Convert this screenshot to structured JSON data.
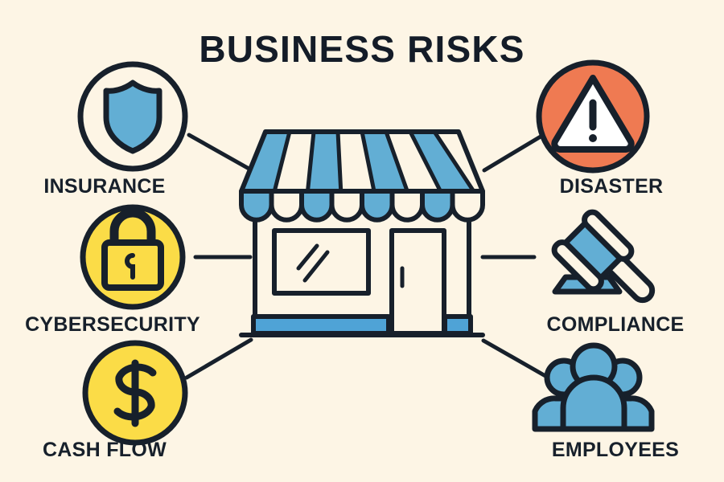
{
  "title": "BUSINESS RISKS",
  "background_color": "#FDF5E5",
  "colors": {
    "background": "#FDF5E5",
    "outline": "#17202B",
    "blue": "#62AED4",
    "yellow": "#FBDC47",
    "orange": "#EF7A52",
    "cream": "#FDF5E5",
    "white": "#FFFFFF",
    "text": "#17202B"
  },
  "center": {
    "name": "storefront",
    "icon": "storefront-icon",
    "awning_stripe_count": 8,
    "awning_colors": [
      "#62AED4",
      "#FDF5E5"
    ]
  },
  "risks": [
    {
      "id": "insurance",
      "label": "INSURANCE",
      "icon": "shield-icon",
      "icon_style": "outlined-circle",
      "circle_fill": "none",
      "accent": "#62AED4",
      "side": "left",
      "row": 1
    },
    {
      "id": "cybersecurity",
      "label": "CYBERSECURITY",
      "icon": "padlock-icon",
      "icon_style": "filled-circle",
      "circle_fill": "#FBDC47",
      "accent": "#FBDC47",
      "side": "left",
      "row": 2
    },
    {
      "id": "cash-flow",
      "label": "CASH FLOW",
      "icon": "dollar-coin-icon",
      "icon_style": "filled-circle",
      "circle_fill": "#FBDC47",
      "accent": "#FBDC47",
      "side": "left",
      "row": 3
    },
    {
      "id": "disaster",
      "label": "DISASTER",
      "icon": "warning-triangle-icon",
      "icon_style": "filled-circle",
      "circle_fill": "#EF7A52",
      "accent": "#EF7A52",
      "side": "right",
      "row": 1
    },
    {
      "id": "compliance",
      "label": "COMPLIANCE",
      "icon": "gavel-icon",
      "icon_style": "plain",
      "circle_fill": "none",
      "accent": "#62AED4",
      "side": "right",
      "row": 2
    },
    {
      "id": "employees",
      "label": "EMPLOYEES",
      "icon": "people-group-icon",
      "icon_style": "plain",
      "circle_fill": "#62AED4",
      "accent": "#62AED4",
      "side": "right",
      "row": 3
    }
  ]
}
